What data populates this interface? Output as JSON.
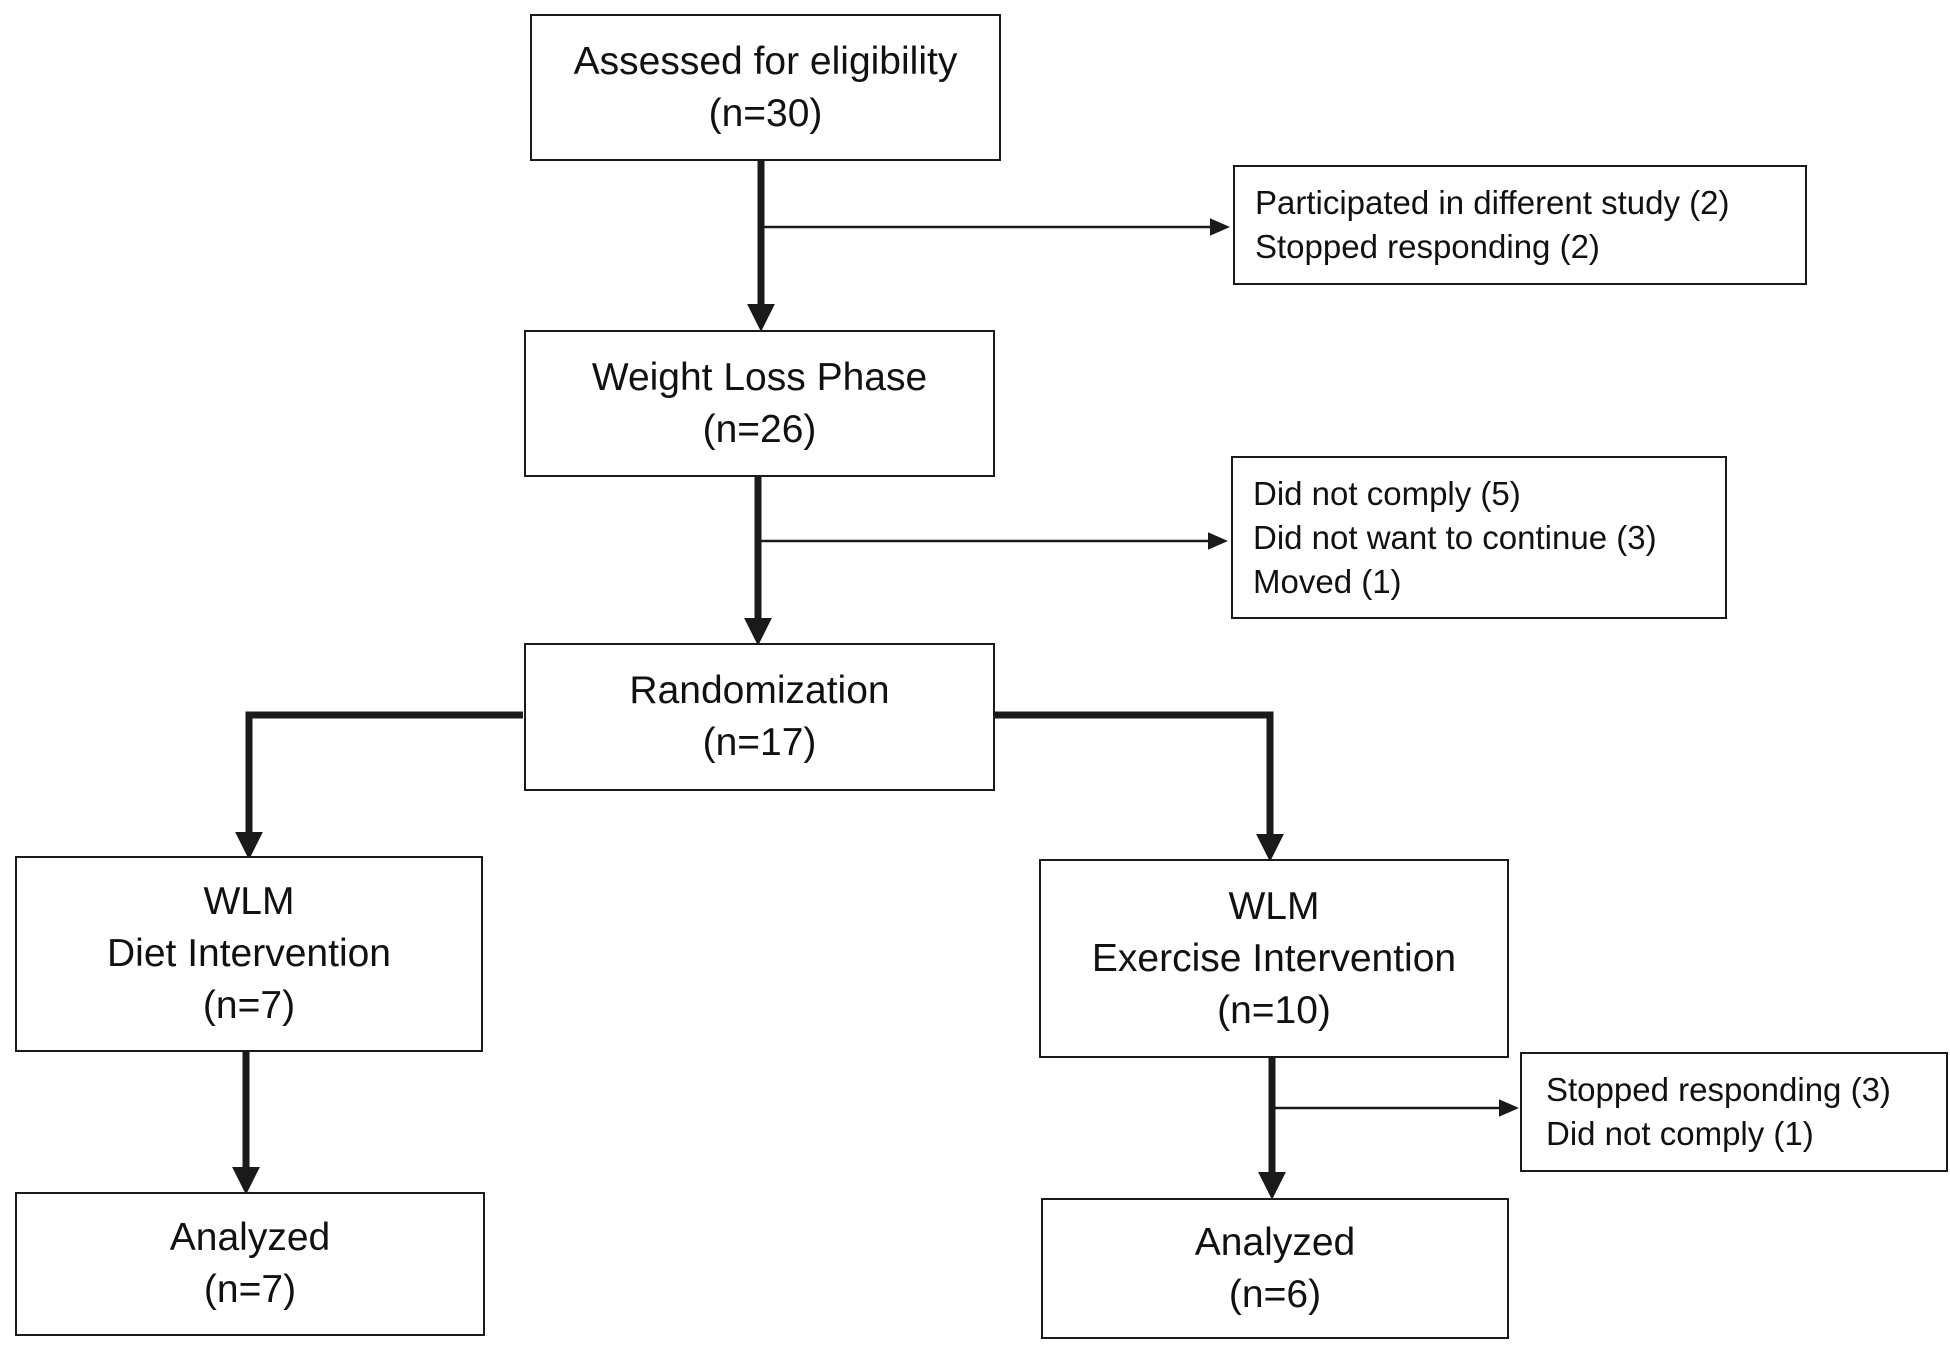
{
  "nodes": {
    "assessed": {
      "lines": [
        "Assessed for eligibility",
        "(n=30)"
      ]
    },
    "weight_loss": {
      "lines": [
        "Weight Loss Phase",
        "(n=26)"
      ]
    },
    "randomization": {
      "lines": [
        "Randomization",
        "(n=17)"
      ]
    },
    "diet": {
      "lines": [
        "WLM",
        "Diet Intervention",
        "(n=7)"
      ]
    },
    "exercise": {
      "lines": [
        "WLM",
        "Exercise Intervention",
        "(n=10)"
      ]
    },
    "analyzed_diet": {
      "lines": [
        "Analyzed",
        "(n=7)"
      ]
    },
    "analyzed_exercise": {
      "lines": [
        "Analyzed",
        "(n=6)"
      ]
    }
  },
  "exclusions": {
    "after_assessment": {
      "lines": [
        "Participated in different study (2)",
        "Stopped responding (2)"
      ]
    },
    "after_weight_loss": {
      "lines": [
        "Did not comply (5)",
        "Did not want to continue (3)",
        "Moved (1)"
      ]
    },
    "after_exercise": {
      "lines": [
        "Stopped responding (3)",
        "Did not comply (1)"
      ]
    }
  },
  "colors": {
    "line": "#1a1a1a",
    "background": "#ffffff"
  }
}
